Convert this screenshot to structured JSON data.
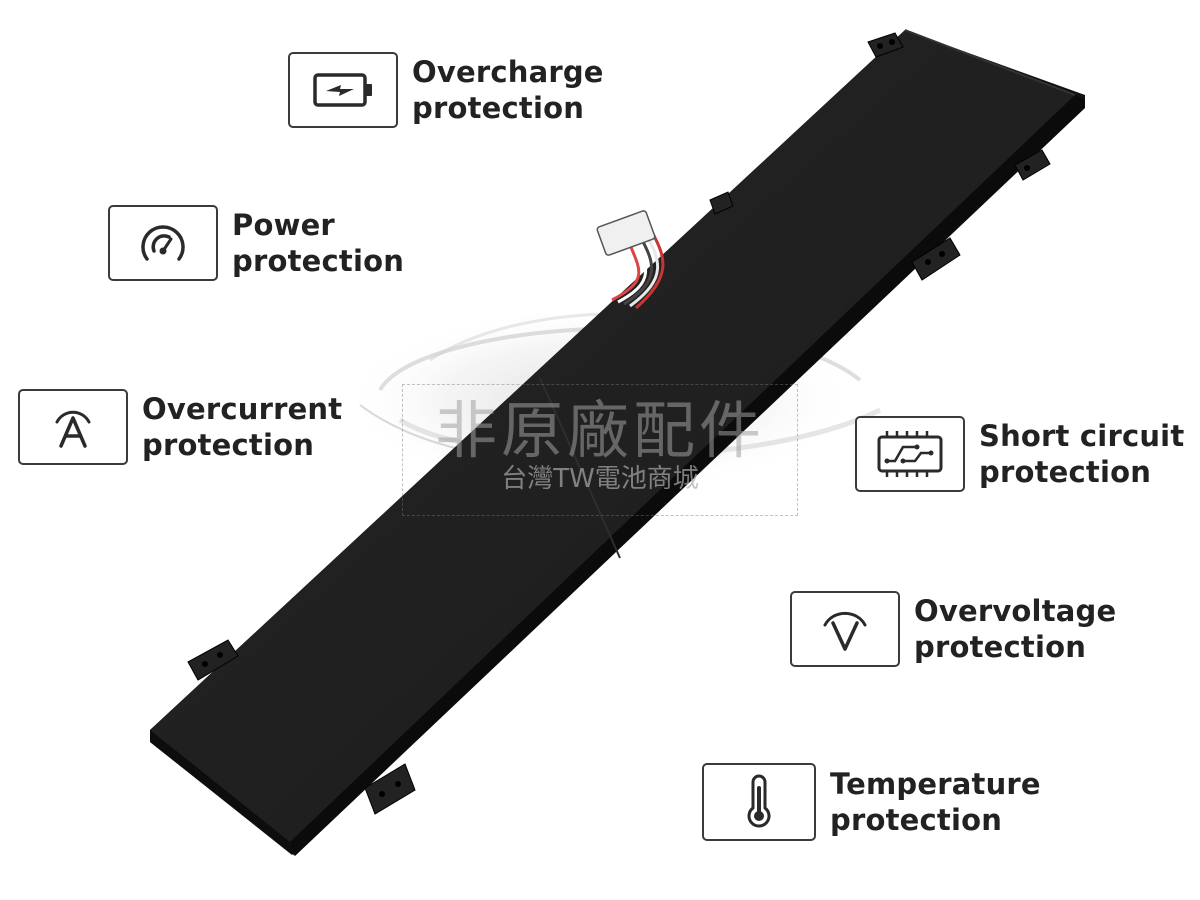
{
  "features": [
    {
      "id": "overcharge",
      "icon": "battery-charge-icon",
      "line1": "Overcharge",
      "line2": "protection"
    },
    {
      "id": "power",
      "icon": "gauge-icon",
      "line1": "Power",
      "line2": "protection"
    },
    {
      "id": "overcurrent",
      "icon": "ampere-icon",
      "line1": "Overcurrent",
      "line2": "protection"
    },
    {
      "id": "short-circuit",
      "icon": "circuit-board-icon",
      "line1": "Short circuit",
      "line2": "protection"
    },
    {
      "id": "overvoltage",
      "icon": "voltage-icon",
      "line1": "Overvoltage",
      "line2": "protection"
    },
    {
      "id": "temperature",
      "icon": "thermometer-icon",
      "line1": "Temperature",
      "line2": "protection"
    }
  ],
  "watermark": {
    "main": "非原廠配件",
    "sub": "台灣TW電池商城"
  },
  "colors": {
    "battery_body": "#1c1c1c",
    "battery_edge": "#0f0f0f",
    "icon_stroke": "#2a2a2a",
    "text": "#222222"
  }
}
